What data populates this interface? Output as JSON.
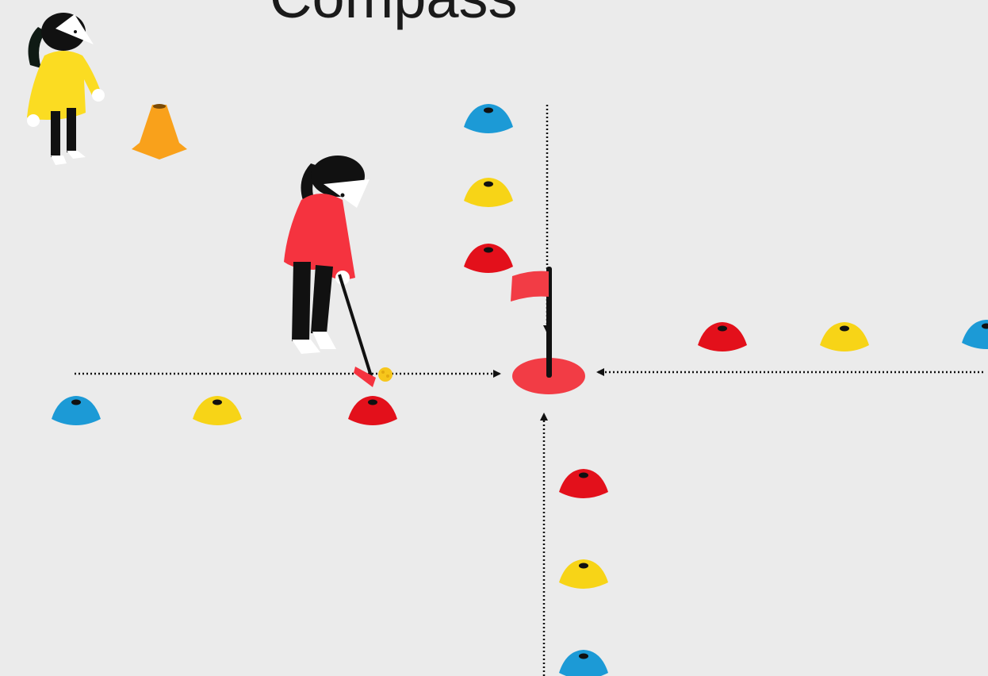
{
  "title": "Compass",
  "colors": {
    "background": "#ebebeb",
    "blue": "#1c9ad6",
    "yellow": "#f7d417",
    "red": "#e3101b",
    "hole": "#f23c45",
    "shirt_red": "#f5333f",
    "shirt_yellow": "#fbdc22",
    "orange": "#f9a11b",
    "ball": "#f6c61c",
    "black": "#111111"
  },
  "markers": {
    "north": [
      "blue",
      "yellow",
      "red"
    ],
    "south": [
      "red",
      "yellow",
      "blue"
    ],
    "west": [
      "blue",
      "yellow",
      "red"
    ],
    "east": [
      "red",
      "yellow",
      "blue"
    ]
  },
  "icons": {
    "player_putting": "golfer-putting-icon",
    "player_waiting": "waiting-player-icon",
    "cone": "traffic-cone-icon",
    "flag": "flag-icon",
    "hole": "hole-icon",
    "ball": "golf-ball-icon"
  }
}
